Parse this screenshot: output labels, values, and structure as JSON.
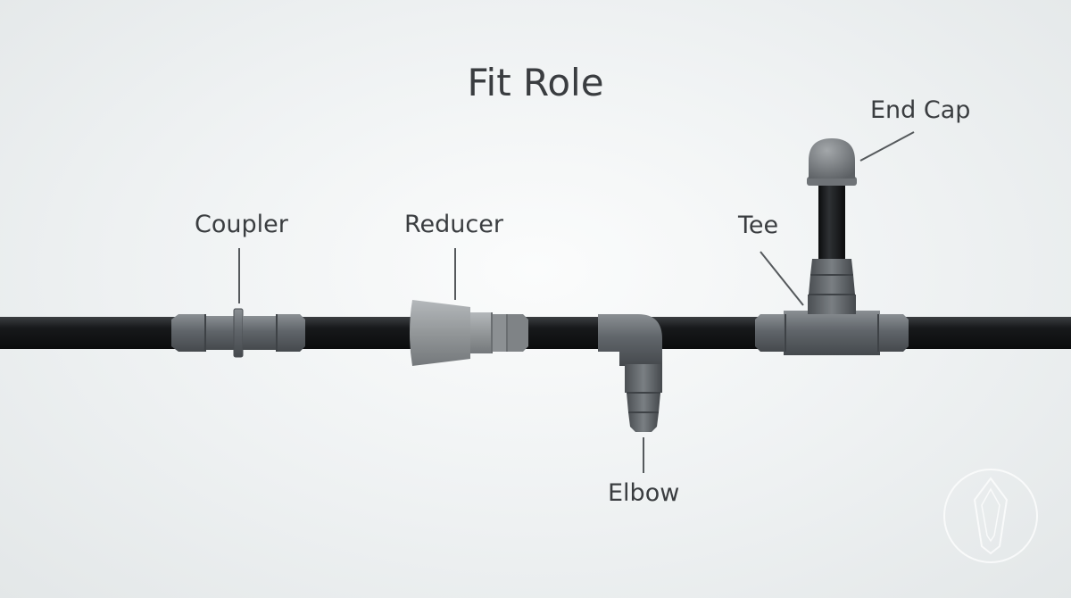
{
  "diagram": {
    "title": "Fit Role",
    "labels": {
      "coupler": "Coupler",
      "reducer": "Reducer",
      "elbow": "Elbow",
      "tee": "Tee",
      "end_cap": "End Cap"
    }
  },
  "colors": {
    "pipe": "#17191b",
    "fitting": "#6b7074",
    "fitting_light": "#9a9ea1",
    "leader": "#55595c",
    "text": "#3a3d40"
  }
}
